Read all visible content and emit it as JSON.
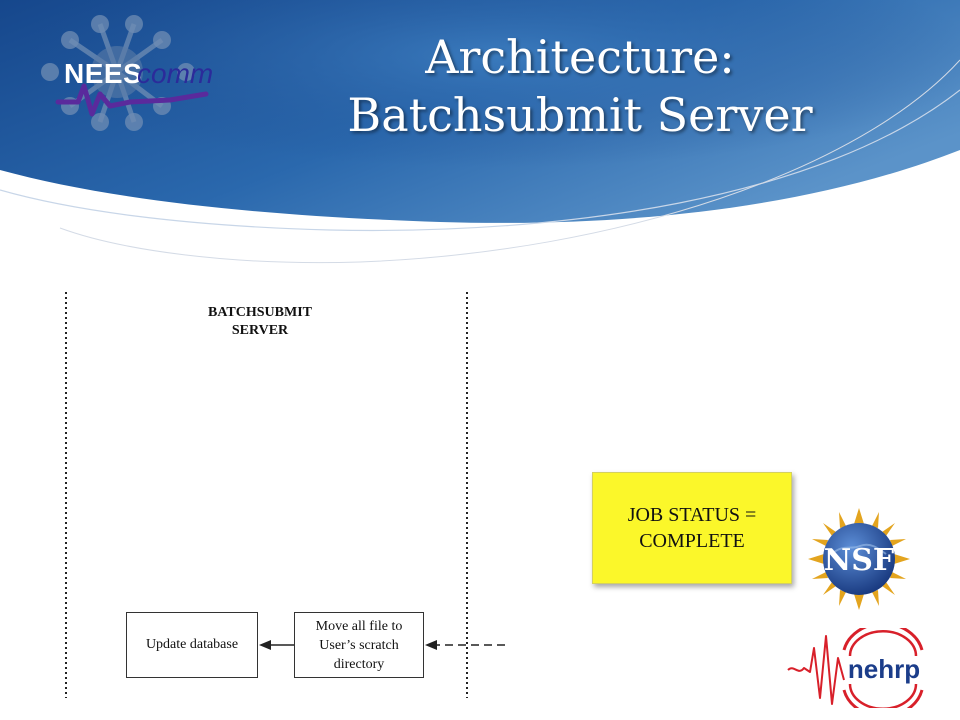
{
  "slide": {
    "title_line1": "Architecture:",
    "title_line2": "Batchsubmit Server"
  },
  "logo": {
    "nees": "NEES",
    "comm": "comm",
    "icon": "neescomm-logo-icon"
  },
  "diagram": {
    "server_title_line1": "BATCHSUBMIT",
    "server_title_line2": "SERVER",
    "box_update": "Update database",
    "box_move": "Move all file to User’s scratch directory"
  },
  "status": {
    "text_line1": "JOB STATUS =",
    "text_line2": "COMPLETE"
  },
  "sponsors": {
    "nsf_text": "NSF",
    "nehrp_text": "nehrp"
  },
  "colors": {
    "header_blue": "#1f4f94",
    "status_yellow": "#fbf72a",
    "nsf_blue": "#1c4aa0",
    "nehrp_red": "#d8202a"
  }
}
